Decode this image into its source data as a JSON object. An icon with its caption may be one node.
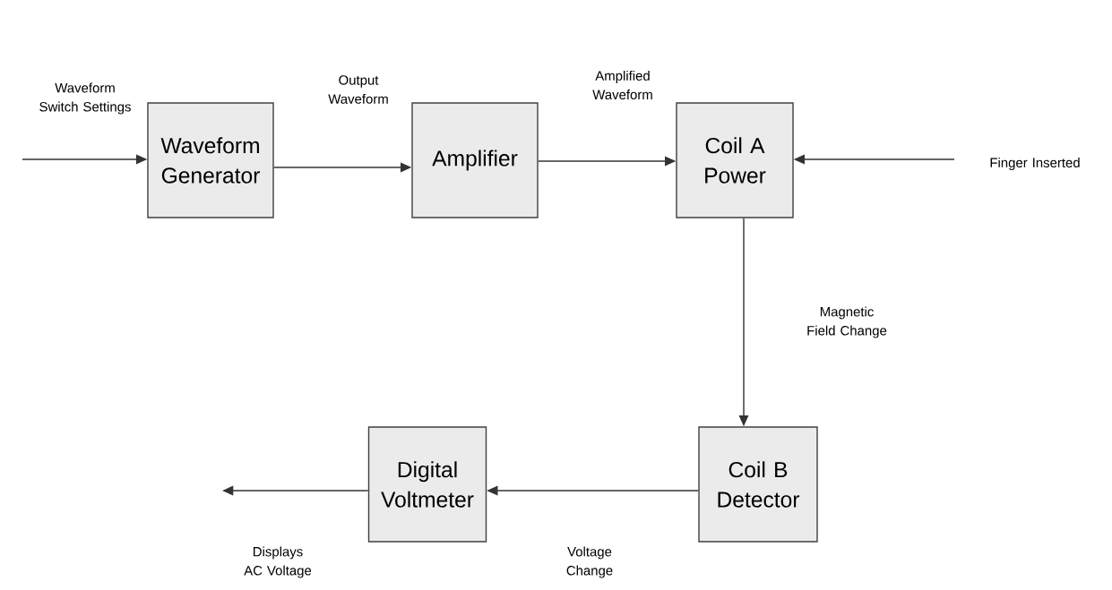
{
  "diagram": {
    "nodes": [
      {
        "text": [
          "Waveform Generator"
        ]
      },
      {
        "text": [
          "Amplifier"
        ]
      },
      {
        "text": [
          "Coil A Power"
        ]
      },
      {
        "text": [
          "Coil B Detector"
        ]
      },
      {
        "text": [
          "Digital Voltmeter"
        ]
      }
    ],
    "edges": [
      {
        "from": null,
        "to": 0,
        "arrow": "to",
        "label": "Waveform Switch Settings"
      },
      {
        "from": 0,
        "to": 1,
        "arrow": "to",
        "label": "Output Waveform"
      },
      {
        "from": 1,
        "to": 2,
        "arrow": "to",
        "label": "Amplified Waveform"
      },
      {
        "from": null,
        "to": 2,
        "arrow": "to",
        "label": "Finger Inserted"
      },
      {
        "from": 2,
        "to": 3,
        "arrow": "to",
        "label": "Magnetic Field Change"
      },
      {
        "from": 3,
        "to": 4,
        "arrow": "to",
        "label": "Voltage Change"
      },
      {
        "from": 4,
        "to": null,
        "arrow": "to",
        "label": "Displays AC Voltage"
      }
    ]
  }
}
